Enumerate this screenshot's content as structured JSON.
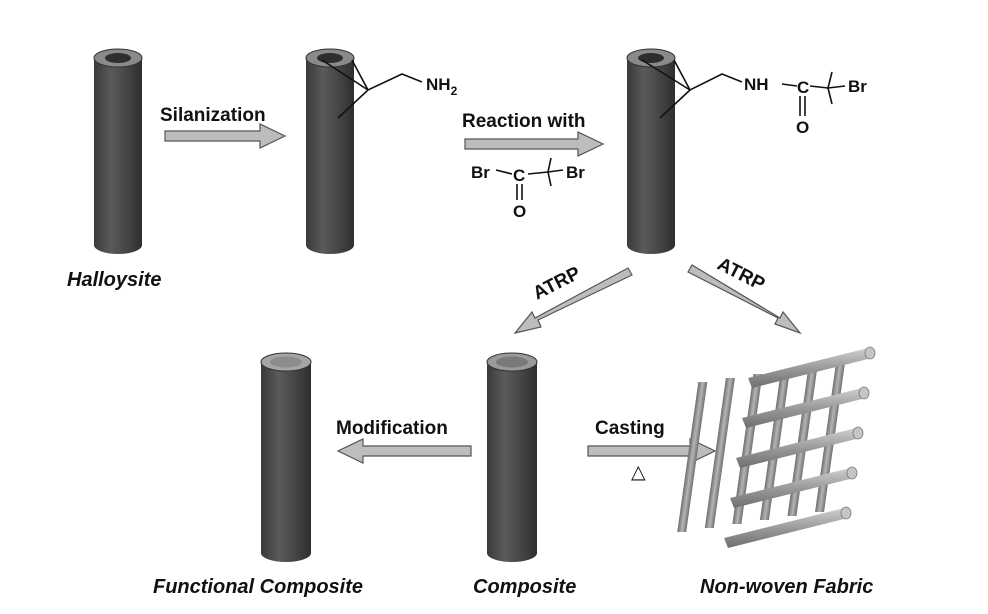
{
  "captions": {
    "halloysite": "Halloysite",
    "composite": "Composite",
    "functional_composite": "Functional Composite",
    "non_woven_fabric": "Non-woven Fabric"
  },
  "steps": {
    "silanization": "Silanization",
    "reaction_with": "Reaction with",
    "atrp_left": "ATRP",
    "atrp_right": "ATRP",
    "modification": "Modification",
    "casting": "Casting",
    "heat_symbol": "△"
  },
  "chemistry": {
    "nh2_main": "NH",
    "nh2_sub": "2",
    "nh": "NH",
    "c": "C",
    "o": "O",
    "br": "Br",
    "reagent_br_left": "Br",
    "reagent_c": "C",
    "reagent_br_right": "Br",
    "reagent_o": "O"
  },
  "colors": {
    "tube_body": "#4a4a4a",
    "tube_top": "#8a8a8a",
    "arrow_fill": "#bdbdbd",
    "fabric": "#9a9a9a"
  }
}
